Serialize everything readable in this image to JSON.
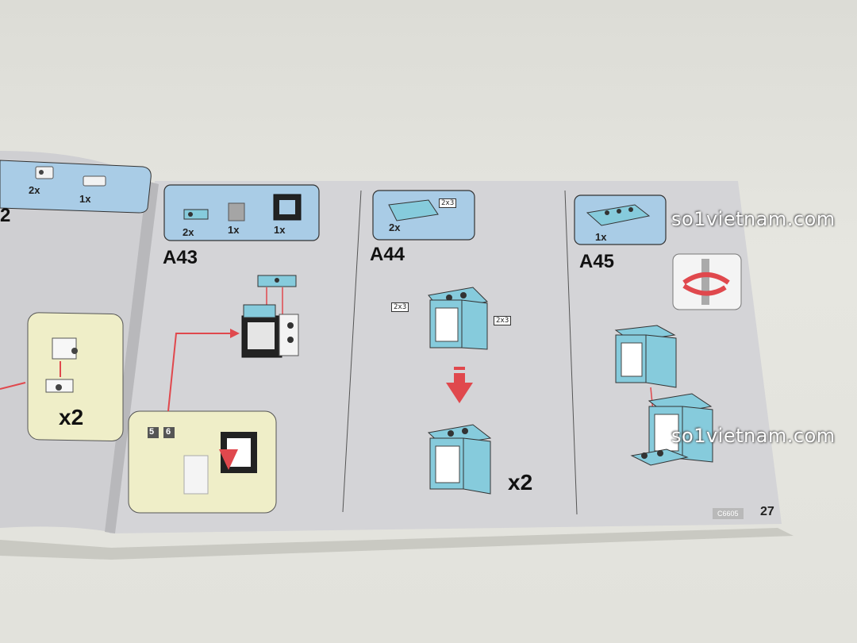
{
  "left_page": {
    "parts": [
      {
        "qty": "2x"
      },
      {
        "qty": "1x"
      }
    ],
    "step_partial": "2",
    "callout_multiplier": "x2"
  },
  "steps": [
    {
      "id": "A43",
      "parts": [
        {
          "qty": "2x"
        },
        {
          "qty": "1x"
        },
        {
          "qty": "1x"
        }
      ],
      "callout_numbers": [
        "5",
        "6"
      ]
    },
    {
      "id": "A44",
      "parts": [
        {
          "qty": "2x",
          "size_tag": "2x3"
        }
      ],
      "dimension_tags": [
        "2x3",
        "2x3"
      ],
      "multiplier": "x2"
    },
    {
      "id": "A45",
      "parts": [
        {
          "qty": "1x"
        }
      ]
    }
  ],
  "footer": {
    "page_number": "27",
    "code": "C6605"
  },
  "watermark": "so1vietnam.com",
  "colors": {
    "brick_blue": "#86cbdc",
    "callout_yellow": "#efeec8",
    "arrow_red": "#e0484d",
    "panel_blue": "#a9cce6"
  }
}
